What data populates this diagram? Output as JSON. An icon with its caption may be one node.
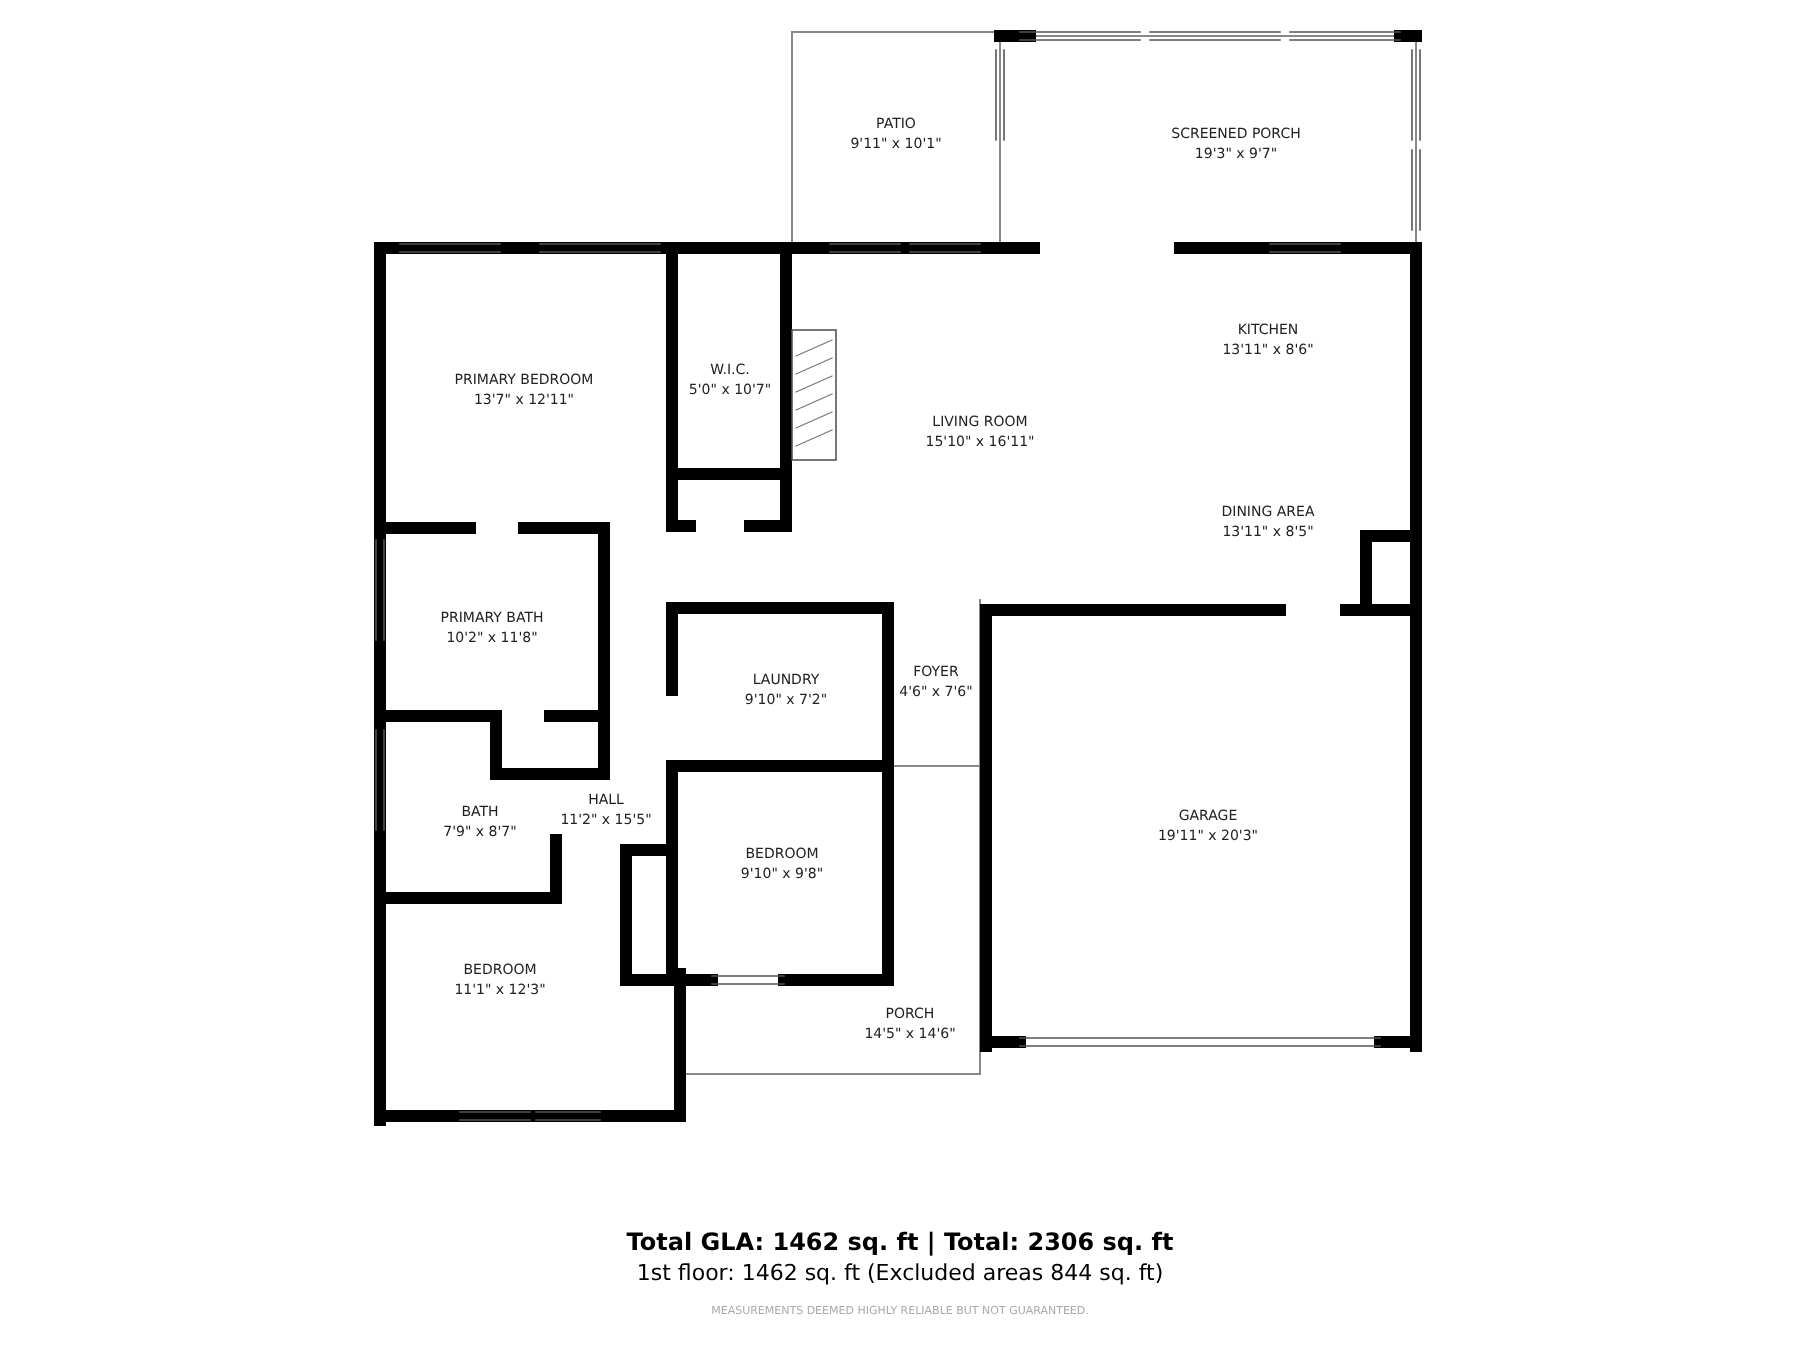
{
  "diagram": {
    "nodes": [
      {
        "text": [
          "PATIO",
          "9'11\" x 10'1\""
        ]
      },
      {
        "text": [
          "SCREENED PORCH",
          "19'3\" x 9'7\""
        ]
      },
      {
        "text": [
          "PRIMARY BEDROOM",
          "13'7\" x 12'11\""
        ]
      },
      {
        "text": [
          "W.I.C.",
          "5'0\" x 10'7\""
        ]
      },
      {
        "text": [
          "KITCHEN",
          "13'11\" x 8'6\""
        ]
      },
      {
        "text": [
          "LIVING ROOM",
          "15'10\" x 16'11\""
        ]
      },
      {
        "text": [
          "DINING AREA",
          "13'11\" x 8'5\""
        ]
      },
      {
        "text": [
          "PRIMARY BATH",
          "10'2\" x 11'8\""
        ]
      },
      {
        "text": [
          "HALL",
          "11'2\" x 15'5\""
        ]
      },
      {
        "text": [
          "FOYER",
          "4'6\" x 7'6\""
        ]
      },
      {
        "text": [
          "LAUNDRY",
          "9'10\" x 7'2\""
        ]
      },
      {
        "text": [
          "GARAGE",
          "19'11\" x 20'3\""
        ]
      },
      {
        "text": [
          "BATH",
          "7'9\" x 8'7\""
        ]
      },
      {
        "text": [
          "BEDROOM",
          "9'10\" x 9'8\""
        ]
      },
      {
        "text": [
          "PORCH",
          "14'5\" x 14'6\""
        ]
      },
      {
        "text": [
          "BEDROOM",
          "11'1\" x 12'3\""
        ]
      }
    ],
    "edges": [],
    "labels": [
      "Total GLA: 1462 sq. ft | Total: 2306 sq. ft",
      "1st floor: 1462 sq. ft (Excluded areas 844 sq. ft)",
      "MEASUREMENTS DEEMED HIGHLY RELIABLE BUT NOT GUARANTEED."
    ]
  }
}
